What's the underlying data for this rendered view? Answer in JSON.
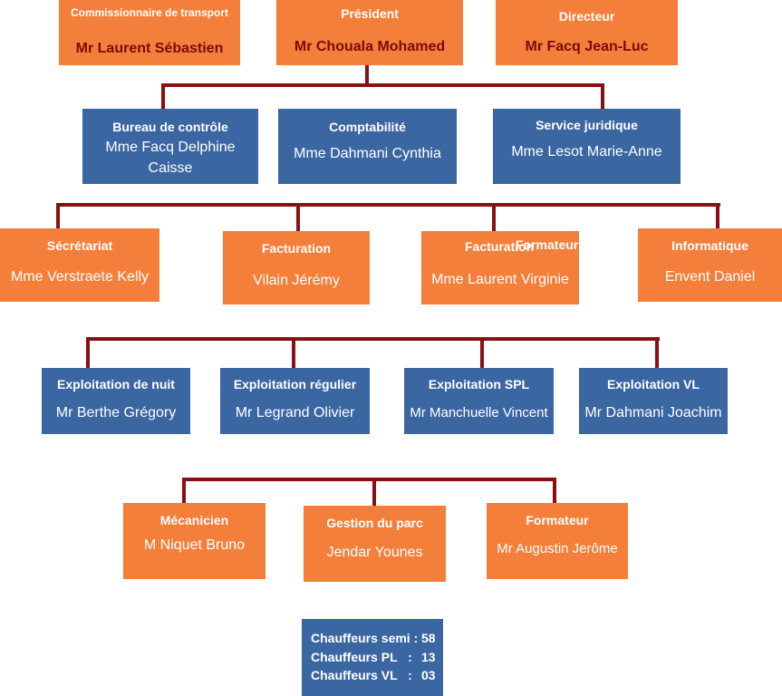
{
  "top": [
    {
      "title": "Commissionnaire de transport",
      "name": "Mr Laurent Sébastien"
    },
    {
      "title": "Président",
      "name": "Mr Chouala Mohamed"
    },
    {
      "title": "Directeur",
      "name": "Mr Facq Jean-Luc"
    }
  ],
  "level2": [
    {
      "title": "Bureau de contrôle",
      "name_line1": "Mme Facq Delphine",
      "name_line2": "Caisse"
    },
    {
      "title": "Comptabilité",
      "name": "Mme Dahmani Cynthia"
    },
    {
      "title": "Service juridique",
      "name": "Mme Lesot Marie-Anne"
    }
  ],
  "level3": [
    {
      "title": "Sécrétariat",
      "name": "Mme Verstraete Kelly"
    },
    {
      "title": "Facturation",
      "name": "Vilain Jérémy"
    },
    {
      "title": "Facturation",
      "title_overlay": "Formateur",
      "name": "Mme Laurent Virginie"
    },
    {
      "title": "Informatique",
      "name": "Envent Daniel"
    }
  ],
  "level4": [
    {
      "title": "Exploitation de nuit",
      "name": "Mr Berthe Grégory"
    },
    {
      "title": "Exploitation régulier",
      "name": "Mr Legrand Olivier"
    },
    {
      "title": "Exploitation SPL",
      "name": "Mr Manchuelle Vincent"
    },
    {
      "title": "Exploitation VL",
      "name": "Mr Dahmani Joachim"
    }
  ],
  "level5": [
    {
      "title": "Mécanicien",
      "name": "M Niquet Bruno"
    },
    {
      "title": "Gestion du parc",
      "name": "Jendar Younes"
    },
    {
      "title": "Formateur",
      "name": "Mr Augustin Jerôme"
    }
  ],
  "stats": [
    {
      "label": "Chauffeurs semi :",
      "value": "58"
    },
    {
      "label": "Chauffeurs PL   :",
      "value": "13"
    },
    {
      "label": "Chauffeurs VL   :",
      "value": "03"
    }
  ],
  "colors": {
    "orange": "#f47f3b",
    "blue": "#3a66a2",
    "connector": "#8b0f12",
    "top_name": "#7c0a0a"
  }
}
